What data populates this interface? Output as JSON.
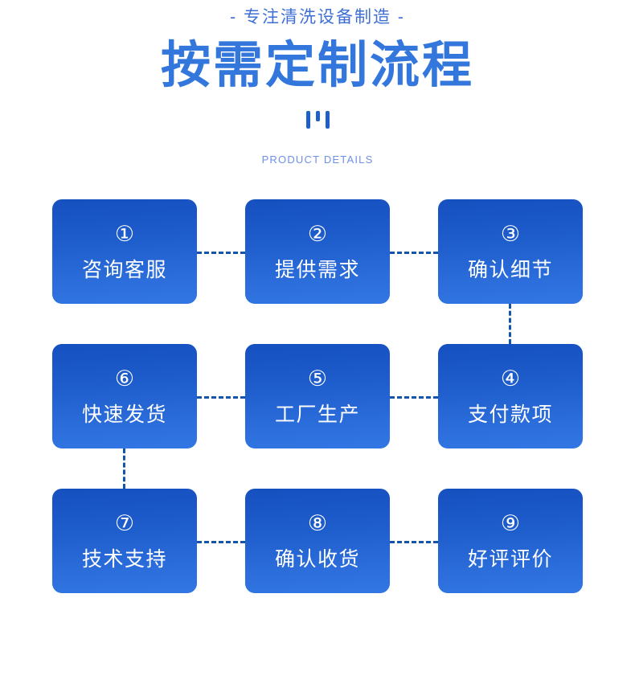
{
  "header": {
    "eyebrow": "- 专注清洗设备制造 -",
    "title": "按需定制流程",
    "subtitle": "PRODUCT DETAILS"
  },
  "colors": {
    "eyebrow": "#3d6fd4",
    "title": "#3377dd",
    "subtitle": "#6f90e8",
    "card_gradient_top": "#1550bf",
    "card_gradient_bottom": "#3277e3",
    "connector": "#1355ab",
    "ornament": "#1e5fc8",
    "background": "#ffffff"
  },
  "flow": {
    "rows": [
      {
        "direction": "left-to-right",
        "cards": [
          {
            "number": "①",
            "label": "咨询客服"
          },
          {
            "number": "②",
            "label": "提供需求"
          },
          {
            "number": "③",
            "label": "确认细节"
          }
        ]
      },
      {
        "direction": "right-to-left",
        "cards": [
          {
            "number": "⑥",
            "label": "快速发货"
          },
          {
            "number": "⑤",
            "label": "工厂生产"
          },
          {
            "number": "④",
            "label": "支付款项"
          }
        ]
      },
      {
        "direction": "left-to-right",
        "cards": [
          {
            "number": "⑦",
            "label": "技术支持"
          },
          {
            "number": "⑧",
            "label": "确认收货"
          },
          {
            "number": "⑨",
            "label": "好评评价"
          }
        ]
      }
    ]
  }
}
